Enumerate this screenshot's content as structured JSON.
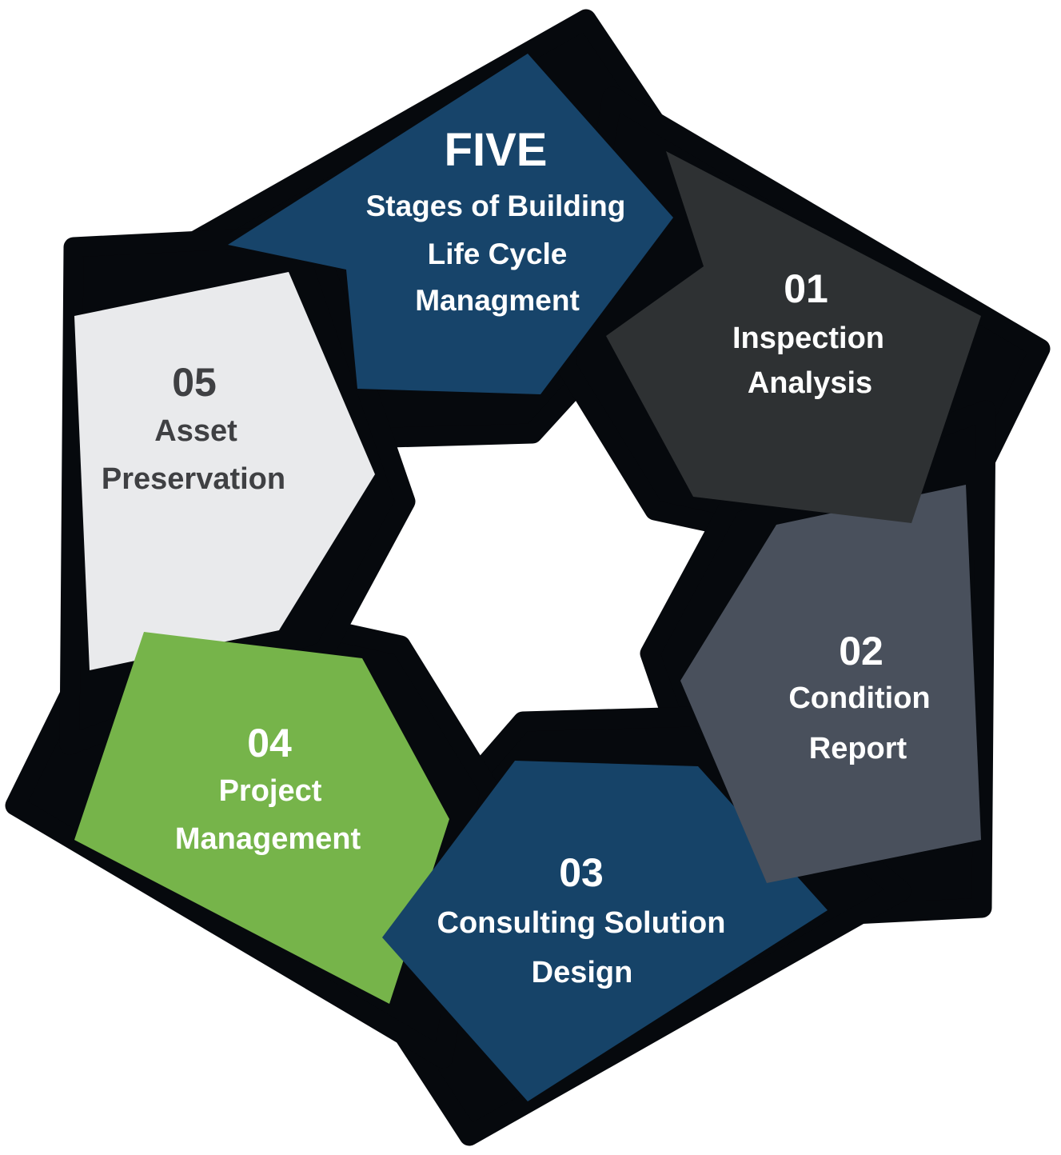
{
  "diagram": {
    "title_arrow": {
      "heading": "FIVE",
      "line1": "Stages of Building",
      "line2": "Life Cycle",
      "line3": "Managment"
    },
    "stages": [
      {
        "number": "01",
        "line1": "Inspection",
        "line2": "Analysis"
      },
      {
        "number": "02",
        "line1": "Condition",
        "line2": "Report"
      },
      {
        "number": "03",
        "line1": "Consulting Solution",
        "line2": "Design"
      },
      {
        "number": "04",
        "line1": "Project",
        "line2": "Management"
      },
      {
        "number": "05",
        "line1": "Asset",
        "line2": "Preservation"
      }
    ],
    "colors": {
      "outline": "#06090d",
      "title_arrow": "#17446a",
      "stage_01": "#2e3133",
      "stage_02": "#49505c",
      "stage_03": "#164368",
      "stage_04": "#76b44a",
      "stage_05": "#e9eaec",
      "text_on_dark": "#ffffff",
      "text_on_light": "#3f4043",
      "background": "#ffffff"
    }
  }
}
